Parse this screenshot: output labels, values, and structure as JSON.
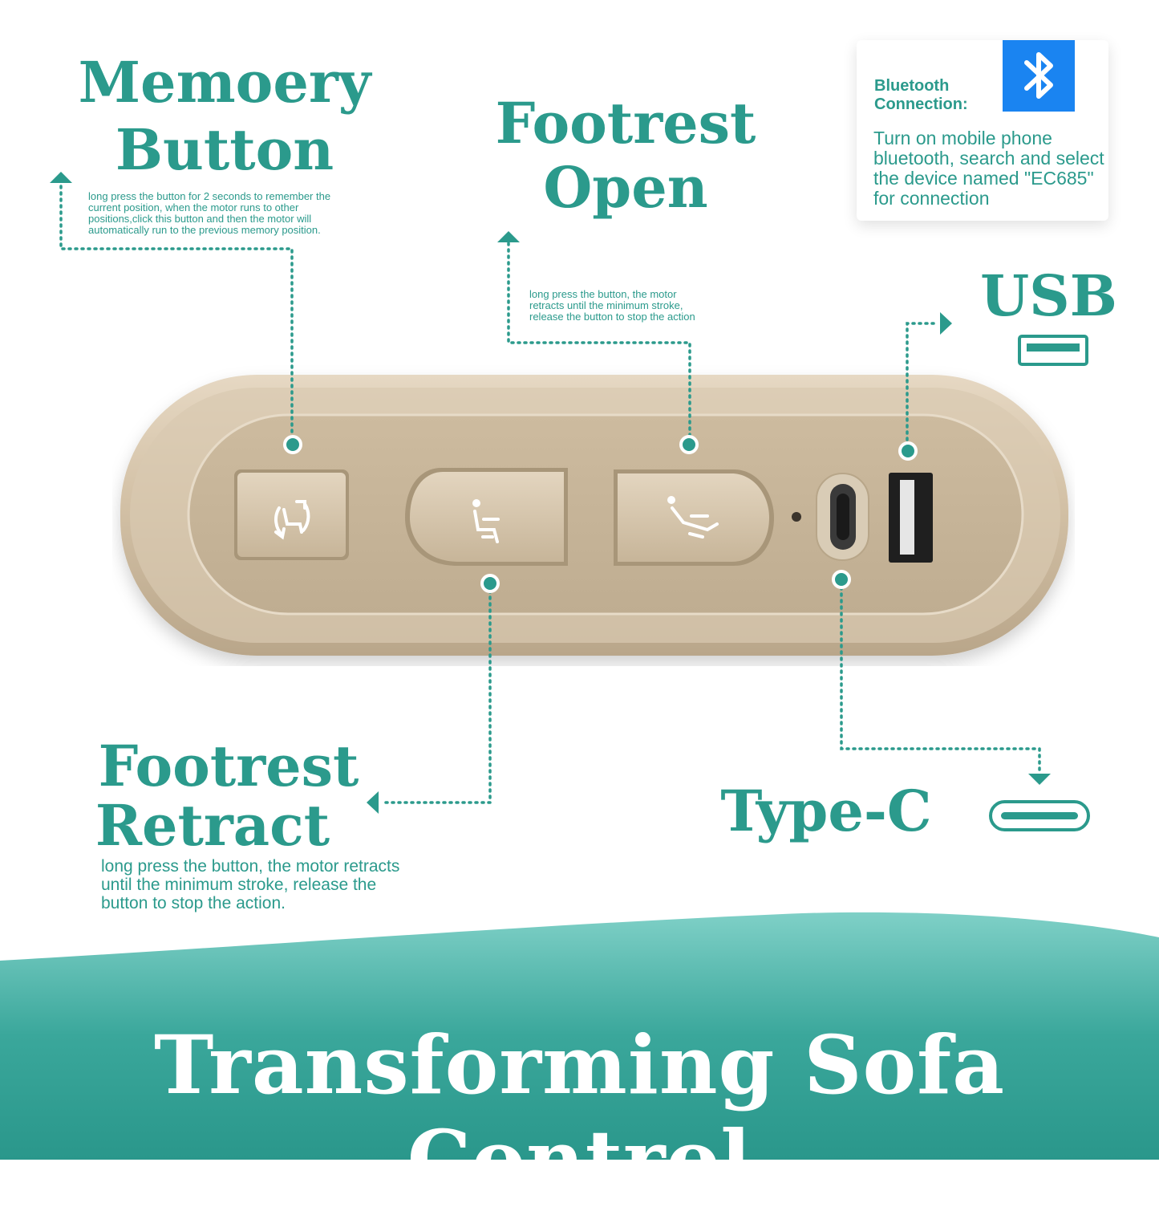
{
  "memory_button": {
    "title_line1": "Memoery",
    "title_line2": "Button",
    "description": "long press the button for 2 seconds to remember the current position, when the motor runs to other positions,click this button and then the motor will automatically run to the previous memory position."
  },
  "footrest_open": {
    "title_line1": "Footrest",
    "title_line2": "Open",
    "description": "long press the button, the motor retracts until the minimum stroke, release the button to stop the action"
  },
  "bluetooth": {
    "label": "Bluetooth Connection:",
    "description": "Turn on mobile phone bluetooth, search and select the device named \"EC685\" for connection",
    "icon": "bluetooth-icon"
  },
  "usb": {
    "title": "USB",
    "icon": "usb-port-icon"
  },
  "footrest_retract": {
    "title_line1": "Footrest",
    "title_line2": "Retract",
    "description": "long press the button, the motor retracts until the minimum stroke, release the button to stop the action."
  },
  "type_c": {
    "title": "Type-C",
    "icon": "type-c-port-icon"
  },
  "banner": {
    "title": "Transforming Sofa Control"
  },
  "colors": {
    "accent": "#2b9a8c",
    "panel": "#d8c7ae",
    "bluetooth_blue": "#1a84f1"
  }
}
